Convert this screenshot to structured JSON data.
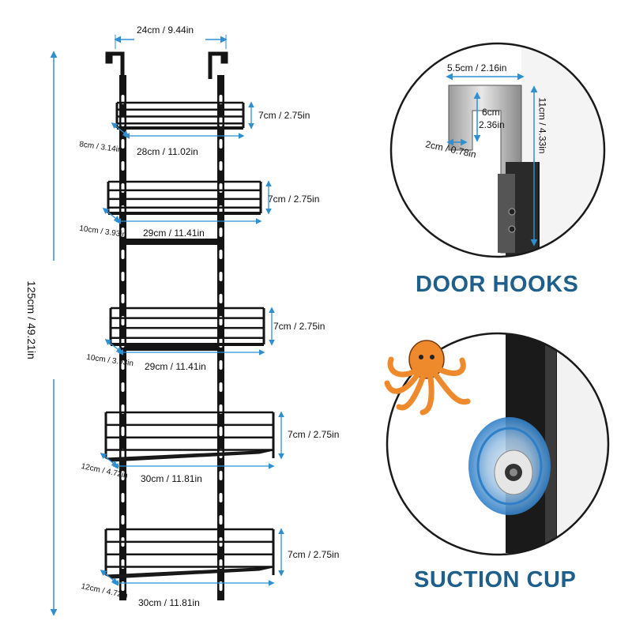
{
  "rack": {
    "top_width": "24cm / 9.44in",
    "total_height": "125cm / 49.21in",
    "shelves": [
      {
        "height": "7cm / 2.75in",
        "width": "28cm / 11.02in",
        "depth": "8cm / 3.14in"
      },
      {
        "height": "7cm / 2.75in",
        "width": "29cm / 11.41in",
        "depth": "10cm / 3.93in"
      },
      {
        "height": "7cm / 2.75in",
        "width": "29cm / 11.41in",
        "depth": "10cm / 3.93in"
      },
      {
        "height": "7cm / 2.75in",
        "width": "30cm / 11.81in",
        "depth": "12cm / 4.72in"
      },
      {
        "height": "7cm / 2.75in",
        "width": "30cm / 11.81in",
        "depth": "12cm / 4.72in"
      }
    ]
  },
  "door_hook": {
    "heading": "DOOR HOOKS",
    "width": "5.5cm / 2.16in",
    "inner_depth_cm": "6cm",
    "inner_depth_in": "2.36in",
    "thickness": "2cm / 0.78in",
    "height": "11cm / 4.33in"
  },
  "suction_cup": {
    "heading": "SUCTION CUP"
  },
  "colors": {
    "accent": "#1f5f8b",
    "dimension_line": "#2f8fd0",
    "metal": "#141414",
    "octopus": "#ee8a2b"
  }
}
